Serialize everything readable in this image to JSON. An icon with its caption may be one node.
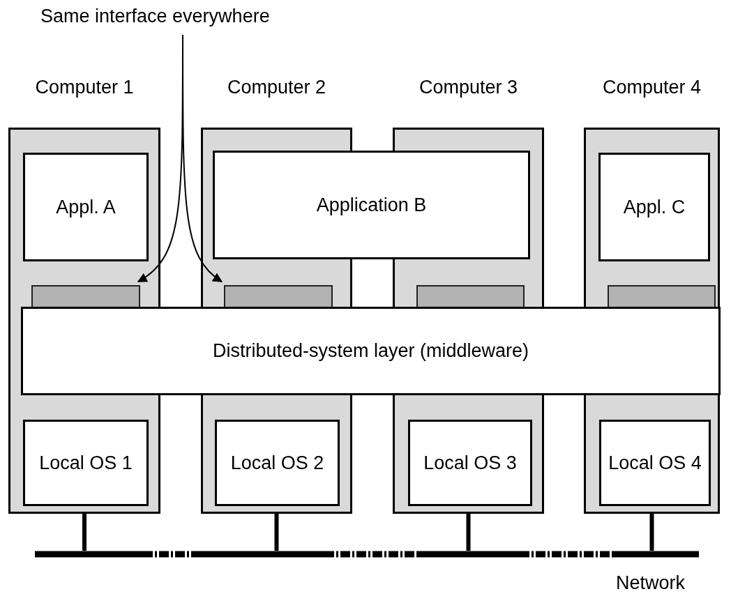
{
  "diagram": {
    "nodes": [
      {
        "text": [
          "Same interface everywhere"
        ]
      },
      {
        "text": [
          "Computer 1"
        ]
      },
      {
        "text": [
          "Computer 2"
        ]
      },
      {
        "text": [
          "Computer 3"
        ]
      },
      {
        "text": [
          "Computer 4"
        ]
      },
      {
        "text": [
          "Appl. A"
        ],
        "in": 1
      },
      {
        "text": [
          "Application B"
        ]
      },
      {
        "text": [
          "Appl. C"
        ],
        "in": 4
      },
      {
        "text": [],
        "shape": "bar",
        "in": 1
      },
      {
        "text": [],
        "shape": "bar",
        "in": 2
      },
      {
        "text": [],
        "shape": "bar",
        "in": 3
      },
      {
        "text": [],
        "shape": "bar",
        "in": 4
      },
      {
        "text": [
          "Distributed-system layer (middleware)"
        ]
      },
      {
        "text": [
          "Local OS 1"
        ],
        "in": 1
      },
      {
        "text": [
          "Local OS 2"
        ],
        "in": 2
      },
      {
        "text": [
          "Local OS 3"
        ],
        "in": 3
      },
      {
        "text": [
          "Local OS 4"
        ],
        "in": 4
      },
      {
        "text": [
          "Network"
        ]
      }
    ],
    "edges": [
      {
        "from": 0,
        "to": 8,
        "arrow": "to"
      },
      {
        "from": 0,
        "to": 9,
        "arrow": "to"
      },
      {
        "from": 1,
        "to": 17,
        "arrow": "none"
      },
      {
        "from": 2,
        "to": 17,
        "arrow": "none"
      },
      {
        "from": 3,
        "to": 17,
        "arrow": "none"
      },
      {
        "from": 4,
        "to": 17,
        "arrow": "none"
      }
    ]
  }
}
